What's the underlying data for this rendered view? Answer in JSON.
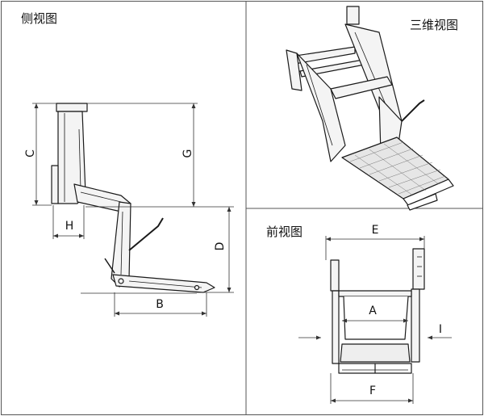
{
  "panels": {
    "side": {
      "title": "侧视图"
    },
    "iso": {
      "title": "三维视图"
    },
    "front": {
      "title": "前视图"
    }
  },
  "dimensions": {
    "A": "A",
    "B": "B",
    "C": "C",
    "D": "D",
    "E": "E",
    "F": "F",
    "G": "G",
    "H": "H",
    "I": "I"
  },
  "colors": {
    "line": "#1a1a1a",
    "frame": "#555555",
    "fill": "#f4f4f4",
    "shade": "#d9d9d9"
  }
}
